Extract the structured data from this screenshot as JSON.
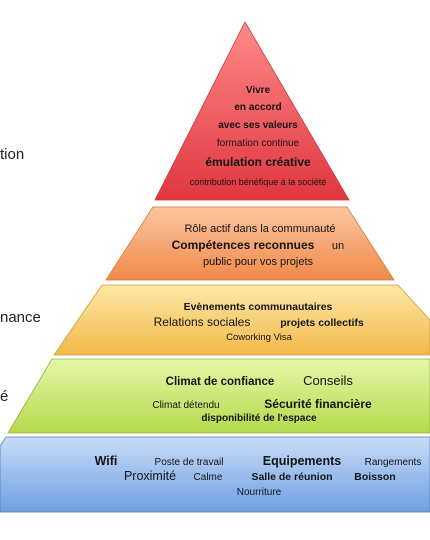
{
  "side_labels": [
    "tion",
    "nance",
    "é"
  ],
  "tiers": [
    {
      "name": "apex",
      "color_top": "#ff8a8a",
      "color_bottom": "#e0363f",
      "lines": [
        "Vivre",
        "en accord",
        "avec ses valeurs",
        "formation continue",
        "émulation créative",
        "contribution bénéfique à la société"
      ]
    },
    {
      "name": "orange",
      "color_top": "#fbc6a0",
      "color_bottom": "#f08a4a",
      "lines": [
        "Rôle actif dans la communauté",
        "Compétences reconnues",
        "un",
        "public pour vos projets"
      ]
    },
    {
      "name": "yellow",
      "color_top": "#fde8a6",
      "color_bottom": "#f2b94a",
      "lines": [
        "Evènements communautaires",
        "Relations sociales",
        "projets collectifs",
        "Coworking Visa"
      ]
    },
    {
      "name": "green",
      "color_top": "#e6f6a8",
      "color_bottom": "#b3da4c",
      "lines": [
        "Climat de confiance",
        "Conseils",
        "Climat détendu",
        "Sécurité financière",
        "disponibilité de l'espace"
      ]
    },
    {
      "name": "blue",
      "color_top": "#c8dcf8",
      "color_bottom": "#6f9fe2",
      "lines": [
        "Wifi",
        "Poste de travail",
        "Equipements",
        "Rangements",
        "Proximité",
        "Calme",
        "Salle de réunion",
        "Boisson",
        "Nourriture"
      ]
    }
  ]
}
